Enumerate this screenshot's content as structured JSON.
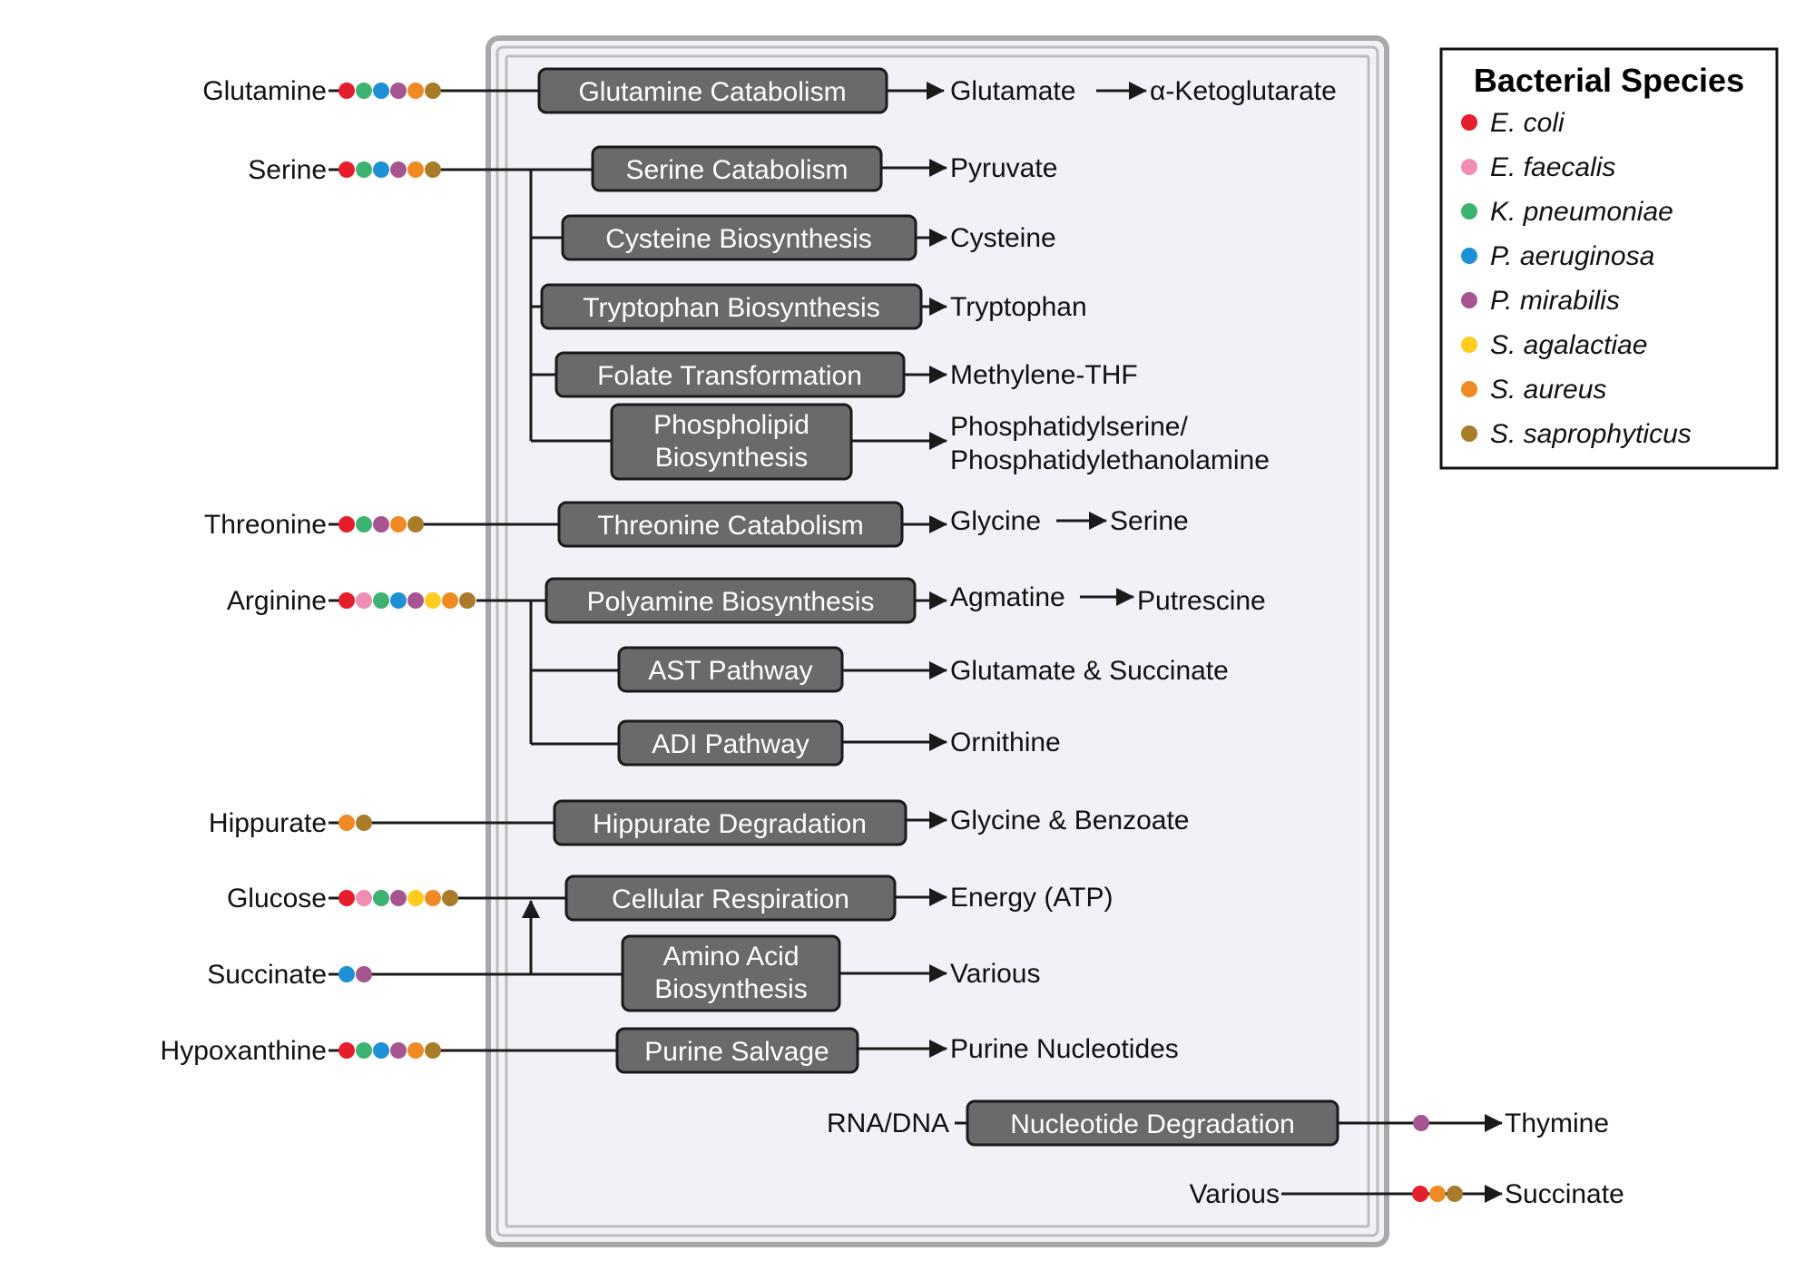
{
  "species_colors": {
    "E. coli": "#e41e2b",
    "E. faecalis": "#ef8db5",
    "K. pneumoniae": "#3cb371",
    "P. aeruginosa": "#1e90d6",
    "P. mirabilis": "#a65590",
    "S. agalactiae": "#ffcc1f",
    "S. aureus": "#f08a24",
    "S. saprophyticus": "#a97c2a"
  },
  "legend": {
    "title": "Bacterial Species",
    "items": [
      {
        "label": "E. coli",
        "color": "#e41e2b"
      },
      {
        "label": "E. faecalis",
        "color": "#ef8db5"
      },
      {
        "label": "K. pneumoniae",
        "color": "#3cb371"
      },
      {
        "label": "P. aeruginosa",
        "color": "#1e90d6"
      },
      {
        "label": "P. mirabilis",
        "color": "#a65590"
      },
      {
        "label": "S. agalactiae",
        "color": "#ffcc1f"
      },
      {
        "label": "S. aureus",
        "color": "#f08a24"
      },
      {
        "label": "S. saprophyticus",
        "color": "#a97c2a"
      }
    ]
  },
  "panel": {
    "background": "#f4f0f7",
    "border": "#a8a8a8"
  },
  "substrates": [
    {
      "id": "glutamine",
      "label": "Glutamine",
      "species": [
        "E. coli",
        "K. pneumoniae",
        "P. aeruginosa",
        "P. mirabilis",
        "S. aureus",
        "S. saprophyticus"
      ]
    },
    {
      "id": "serine",
      "label": "Serine",
      "species": [
        "E. coli",
        "K. pneumoniae",
        "P. aeruginosa",
        "P. mirabilis",
        "S. aureus",
        "S. saprophyticus"
      ]
    },
    {
      "id": "threonine",
      "label": "Threonine",
      "species": [
        "E. coli",
        "K. pneumoniae",
        "P. mirabilis",
        "S. aureus",
        "S. saprophyticus"
      ]
    },
    {
      "id": "arginine",
      "label": "Arginine",
      "species": [
        "E. coli",
        "E. faecalis",
        "K. pneumoniae",
        "P. aeruginosa",
        "P. mirabilis",
        "S. agalactiae",
        "S. aureus",
        "S. saprophyticus"
      ]
    },
    {
      "id": "hippurate",
      "label": "Hippurate",
      "species": [
        "S. aureus",
        "S. saprophyticus"
      ]
    },
    {
      "id": "glucose",
      "label": "Glucose",
      "species": [
        "E. coli",
        "E. faecalis",
        "K. pneumoniae",
        "P. mirabilis",
        "S. agalactiae",
        "S. aureus",
        "S. saprophyticus"
      ]
    },
    {
      "id": "succinate",
      "label": "Succinate",
      "species": [
        "P. aeruginosa",
        "P. mirabilis"
      ]
    },
    {
      "id": "hypoxanthine",
      "label": "Hypoxanthine",
      "species": [
        "E. coli",
        "K. pneumoniae",
        "P. aeruginosa",
        "P. mirabilis",
        "S. aureus",
        "S. saprophyticus"
      ]
    }
  ],
  "pathways": [
    {
      "id": "glutamine-catabolism",
      "label": "Glutamine Catabolism",
      "products": [
        "Glutamate",
        "α-Ketoglutarate"
      ]
    },
    {
      "id": "serine-catabolism",
      "label": "Serine Catabolism",
      "products": [
        "Pyruvate"
      ]
    },
    {
      "id": "cysteine-biosynthesis",
      "label": "Cysteine Biosynthesis",
      "products": [
        "Cysteine"
      ]
    },
    {
      "id": "tryptophan-biosynthesis",
      "label": "Tryptophan Biosynthesis",
      "products": [
        "Tryptophan"
      ]
    },
    {
      "id": "folate-transformation",
      "label": "Folate Transformation",
      "products": [
        "Methylene-THF"
      ]
    },
    {
      "id": "phospholipid-biosynthesis",
      "label": "Phospholipid Biosynthesis",
      "products": [
        "Phosphatidylserine/ Phosphatidylethanolamine"
      ]
    },
    {
      "id": "threonine-catabolism",
      "label": "Threonine Catabolism",
      "products": [
        "Glycine",
        "Serine"
      ]
    },
    {
      "id": "polyamine-biosynthesis",
      "label": "Polyamine Biosynthesis",
      "products": [
        "Agmatine",
        "Putrescine"
      ]
    },
    {
      "id": "ast-pathway",
      "label": "AST Pathway",
      "products": [
        "Glutamate & Succinate"
      ]
    },
    {
      "id": "adi-pathway",
      "label": "ADI Pathway",
      "products": [
        "Ornithine"
      ]
    },
    {
      "id": "hippurate-degradation",
      "label": "Hippurate Degradation",
      "products": [
        "Glycine & Benzoate"
      ]
    },
    {
      "id": "cellular-respiration",
      "label": "Cellular Respiration",
      "products": [
        "Energy (ATP)"
      ]
    },
    {
      "id": "amino-acid-biosynthesis",
      "label": "Amino Acid Biosynthesis",
      "products": [
        "Various"
      ]
    },
    {
      "id": "purine-salvage",
      "label": "Purine Salvage",
      "products": [
        "Purine Nucleotides"
      ]
    },
    {
      "id": "nucleotide-degradation",
      "label": "Nucleotide Degradation",
      "substrate": "RNA/DNA",
      "species": [
        "P. mirabilis"
      ],
      "products": [
        "Thymine"
      ]
    }
  ],
  "outputs": [
    {
      "id": "succinate-output",
      "substrate": "Various",
      "species": [
        "E. coli",
        "S. aureus",
        "S. saprophyticus"
      ],
      "product": "Succinate"
    }
  ]
}
